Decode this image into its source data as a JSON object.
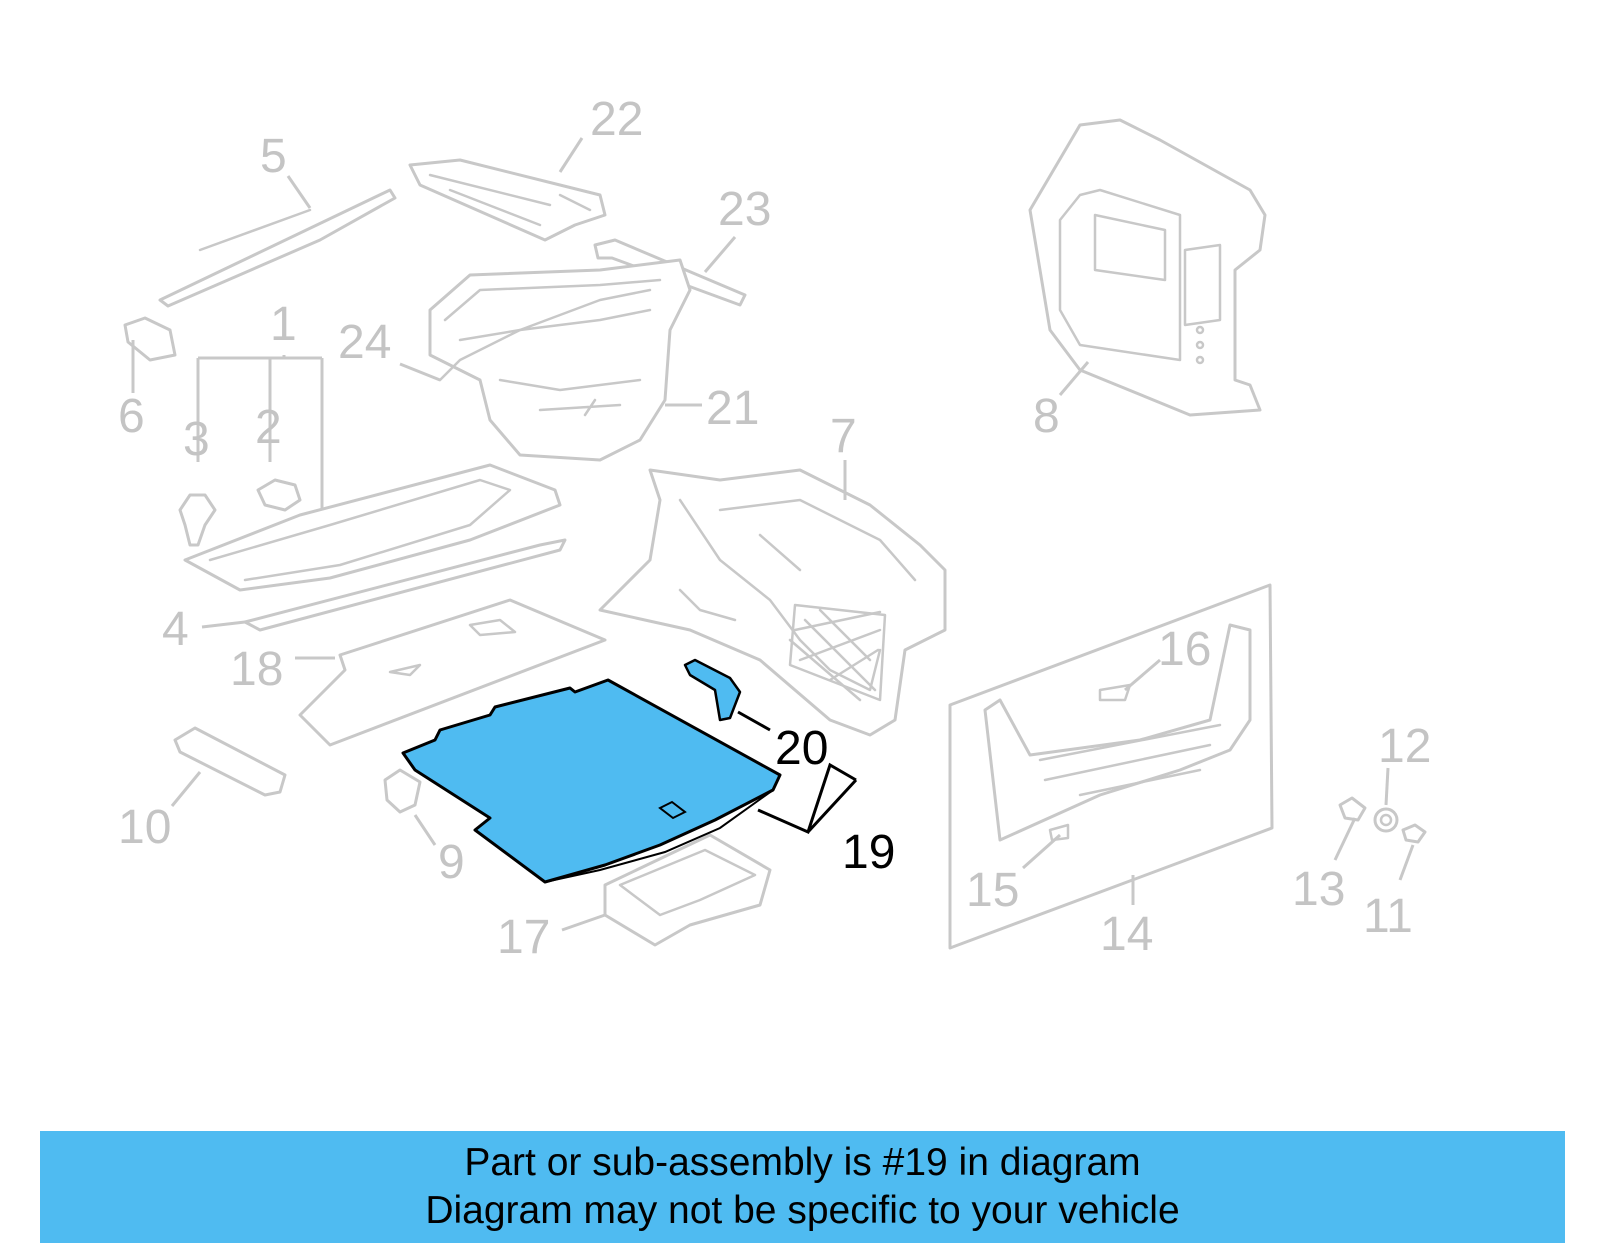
{
  "diagram": {
    "highlighted_part": "19",
    "callouts": [
      {
        "id": "1",
        "text": "1"
      },
      {
        "id": "2",
        "text": "2"
      },
      {
        "id": "3",
        "text": "3"
      },
      {
        "id": "4",
        "text": "4"
      },
      {
        "id": "5",
        "text": "5"
      },
      {
        "id": "6",
        "text": "6"
      },
      {
        "id": "7",
        "text": "7"
      },
      {
        "id": "8",
        "text": "8"
      },
      {
        "id": "9",
        "text": "9"
      },
      {
        "id": "10",
        "text": "10"
      },
      {
        "id": "11",
        "text": "11"
      },
      {
        "id": "12",
        "text": "12"
      },
      {
        "id": "13",
        "text": "13"
      },
      {
        "id": "14",
        "text": "14"
      },
      {
        "id": "15",
        "text": "15"
      },
      {
        "id": "16",
        "text": "16"
      },
      {
        "id": "17",
        "text": "17"
      },
      {
        "id": "18",
        "text": "18"
      },
      {
        "id": "19",
        "text": "19"
      },
      {
        "id": "20",
        "text": "20"
      },
      {
        "id": "21",
        "text": "21"
      },
      {
        "id": "22",
        "text": "22"
      },
      {
        "id": "23",
        "text": "23"
      },
      {
        "id": "24",
        "text": "24"
      }
    ]
  },
  "banner": {
    "line1": "Part or sub-assembly is #19 in diagram",
    "line2": "Diagram may not be specific to your vehicle"
  },
  "colors": {
    "highlight": "#4fbbf1",
    "part_outline": "#c8c8c8",
    "highlight_outline": "#000000"
  }
}
